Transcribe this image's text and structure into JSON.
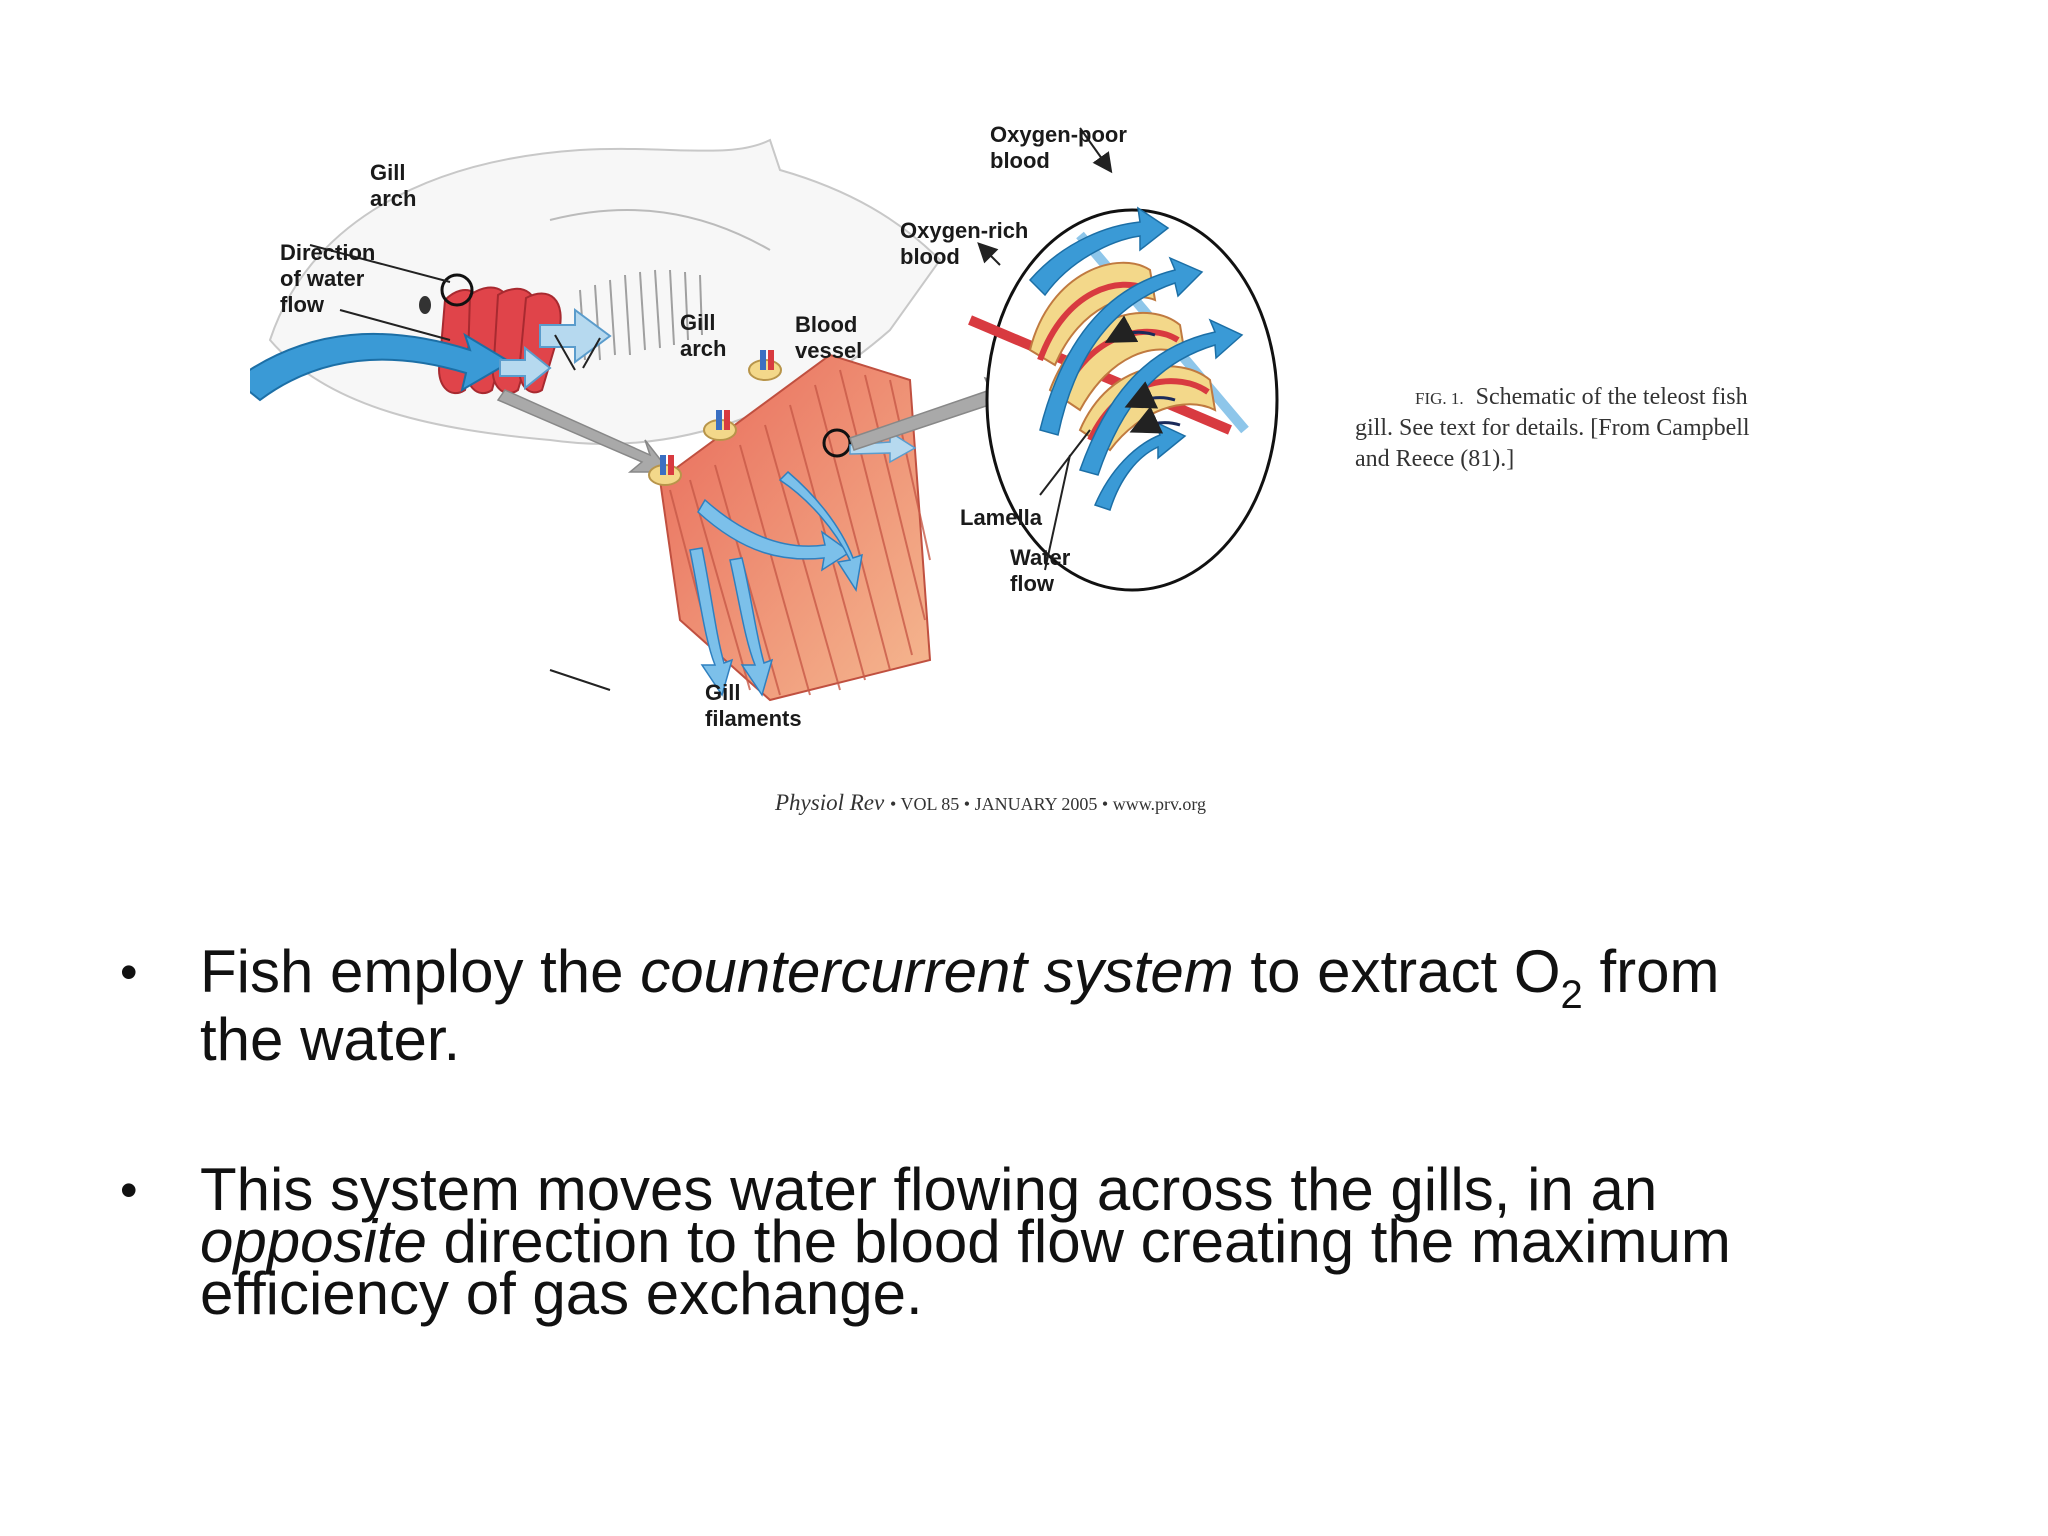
{
  "figure": {
    "labels": {
      "gill_arch_1": [
        "Gill",
        "arch"
      ],
      "direction_water_flow": [
        "Direction",
        "of water",
        "flow"
      ],
      "gill_arch_2": [
        "Gill",
        "arch"
      ],
      "blood_vessel": [
        "Blood",
        "vessel"
      ],
      "oxygen_poor": [
        "Oxygen-poor",
        "blood"
      ],
      "oxygen_rich": [
        "Oxygen-rich",
        "blood"
      ],
      "lamella": "Lamella",
      "water_flow": [
        "Water",
        "flow"
      ],
      "gill_filaments": [
        "Gill",
        "filaments"
      ]
    },
    "caption": {
      "fig_prefix": "FIG. 1.",
      "line1": "Schematic of the teleost fish",
      "line2": "gill. See text for details. [From Campbell",
      "line3": "and Reece (81).]"
    },
    "citation": {
      "journal": "Physiol Rev",
      "rest": " • VOL 85 • JANUARY 2005 • www.prv.org"
    }
  },
  "bullets": [
    {
      "before": "Fish employ the ",
      "italic": "countercurrent system",
      "after": " to extract O",
      "subscript": "2",
      "tail": " from",
      "line2": "the water."
    },
    {
      "line1": "This system moves water flowing across the gills, in an",
      "italic": "opposite",
      "line2_rest": " direction to the blood flow creating the maximum",
      "line3": "efficiency of gas exchange."
    }
  ],
  "colors": {
    "gill_red": "#e0444a",
    "filament_salmon": "#f0a080",
    "water_blue": "#3a9ad6",
    "lamella_yellow": "#f3d88a"
  }
}
